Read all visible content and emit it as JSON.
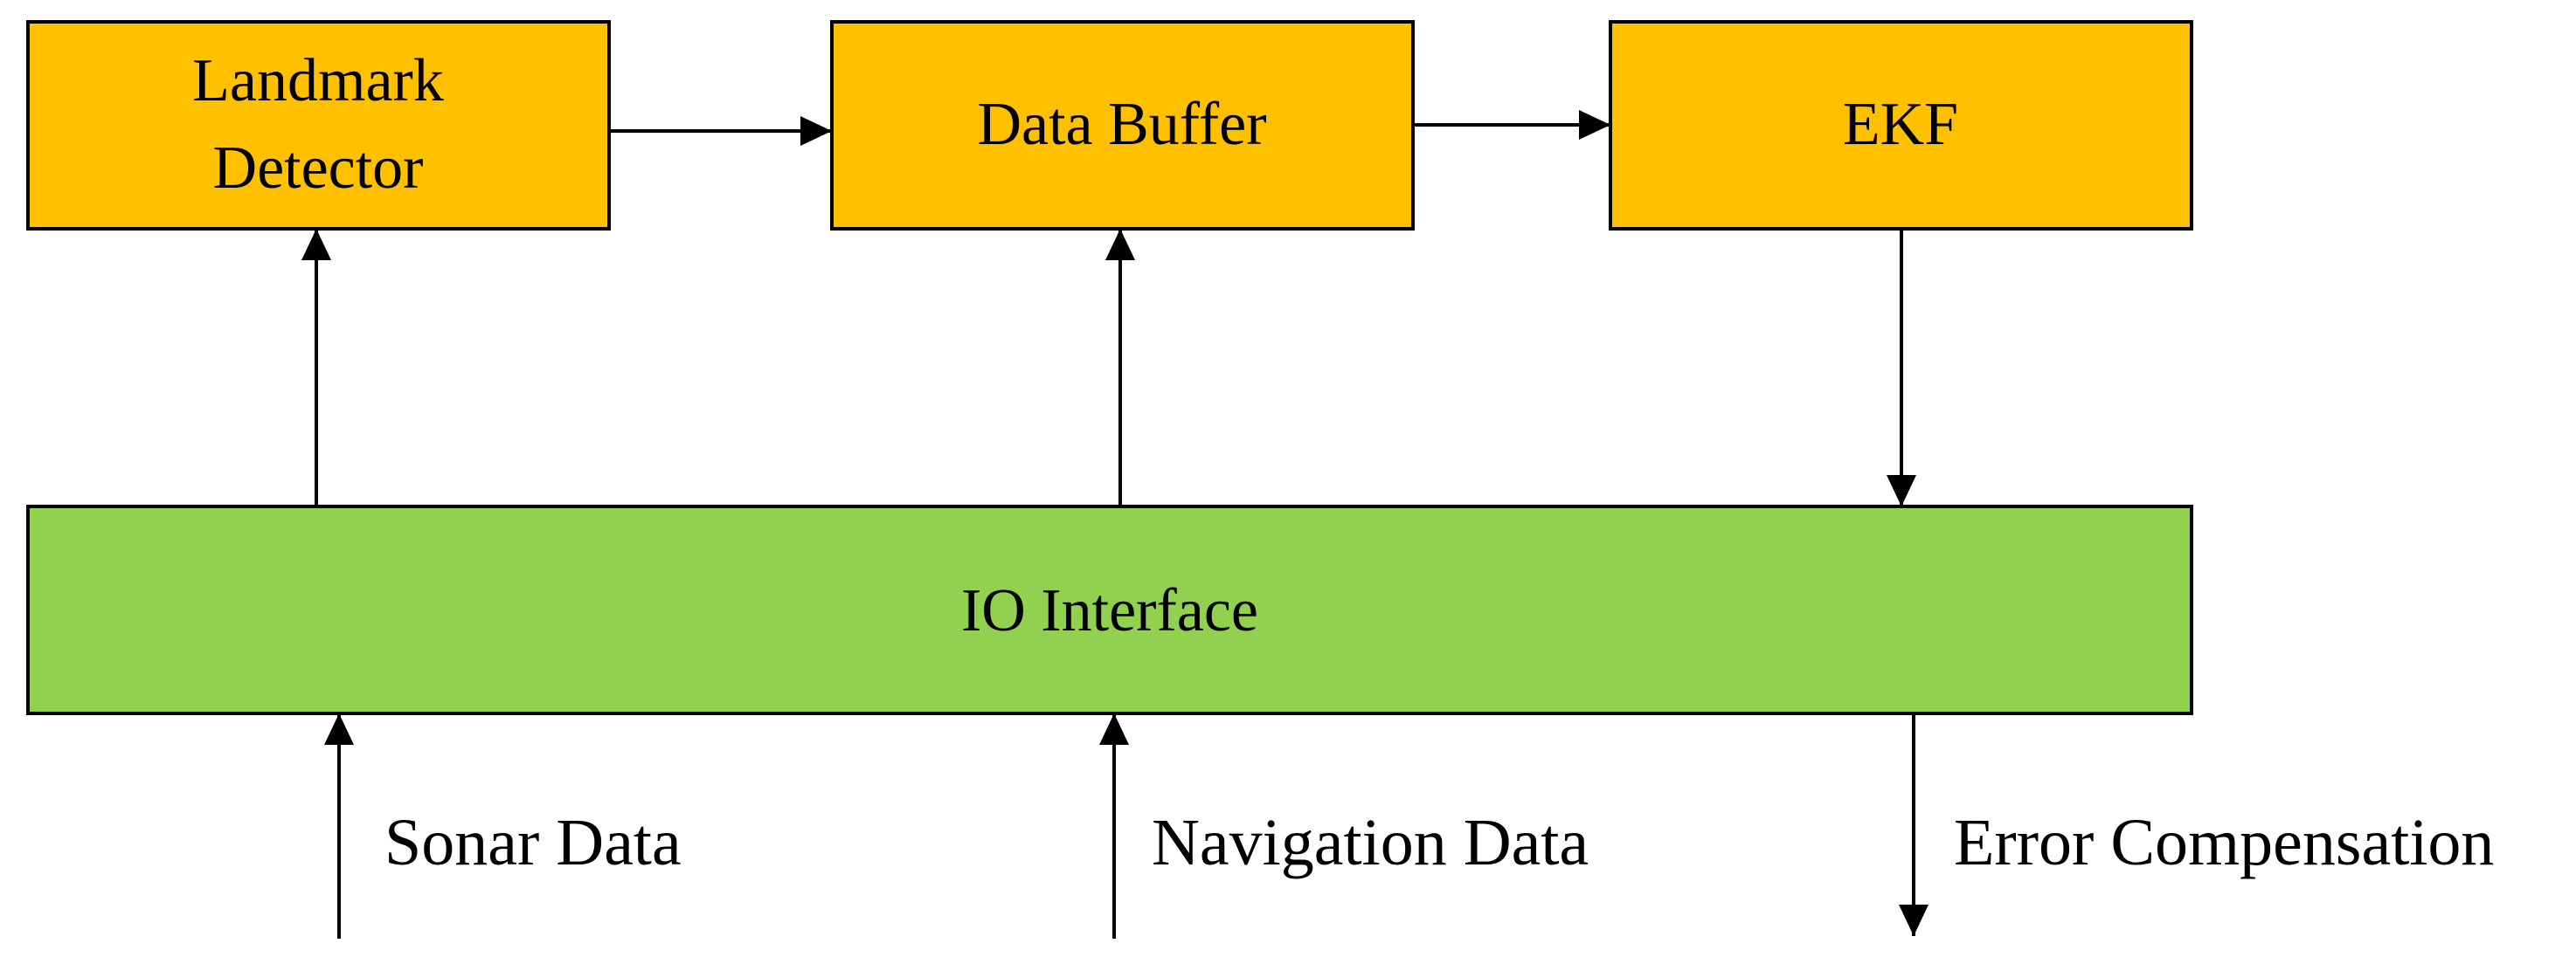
{
  "colors": {
    "module_fill": "#FFC000",
    "interface_fill": "#92D050",
    "stroke": "#000000"
  },
  "modules": {
    "landmark_detector": {
      "line1": "Landmark",
      "line2": "Detector"
    },
    "data_buffer": {
      "label": "Data Buffer"
    },
    "ekf": {
      "label": "EKF"
    }
  },
  "io_interface": {
    "label": "IO Interface"
  },
  "signals": {
    "sonar": "Sonar Data",
    "navigation": "Navigation Data",
    "error": "Error Compensation"
  }
}
